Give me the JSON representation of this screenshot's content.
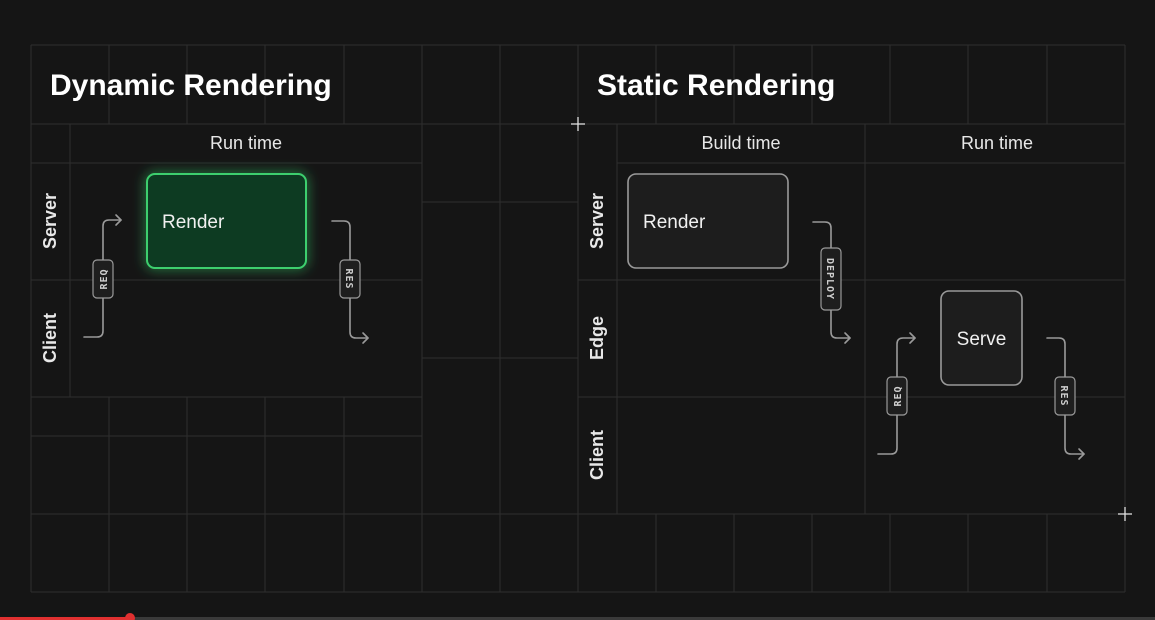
{
  "colors": {
    "background": "#151515",
    "grid": "#2f2f2f",
    "accent_green": "#3ecf6e",
    "accent_green_fill": "#0e3b22",
    "progress_red": "#e03030"
  },
  "dynamic": {
    "title": "Dynamic Rendering",
    "col_run_time": "Run time",
    "row_server": "Server",
    "row_client": "Client",
    "render_label": "Render",
    "req_tag": "REQ",
    "res_tag": "RES"
  },
  "static": {
    "title": "Static Rendering",
    "col_build_time": "Build time",
    "col_run_time": "Run time",
    "row_server": "Server",
    "row_edge": "Edge",
    "row_client": "Client",
    "render_label": "Render",
    "serve_label": "Serve",
    "deploy_tag": "DEPLOY",
    "req_tag": "REQ",
    "res_tag": "RES"
  },
  "icons": [
    "plus-crosshair-icon",
    "arrow-icon"
  ]
}
